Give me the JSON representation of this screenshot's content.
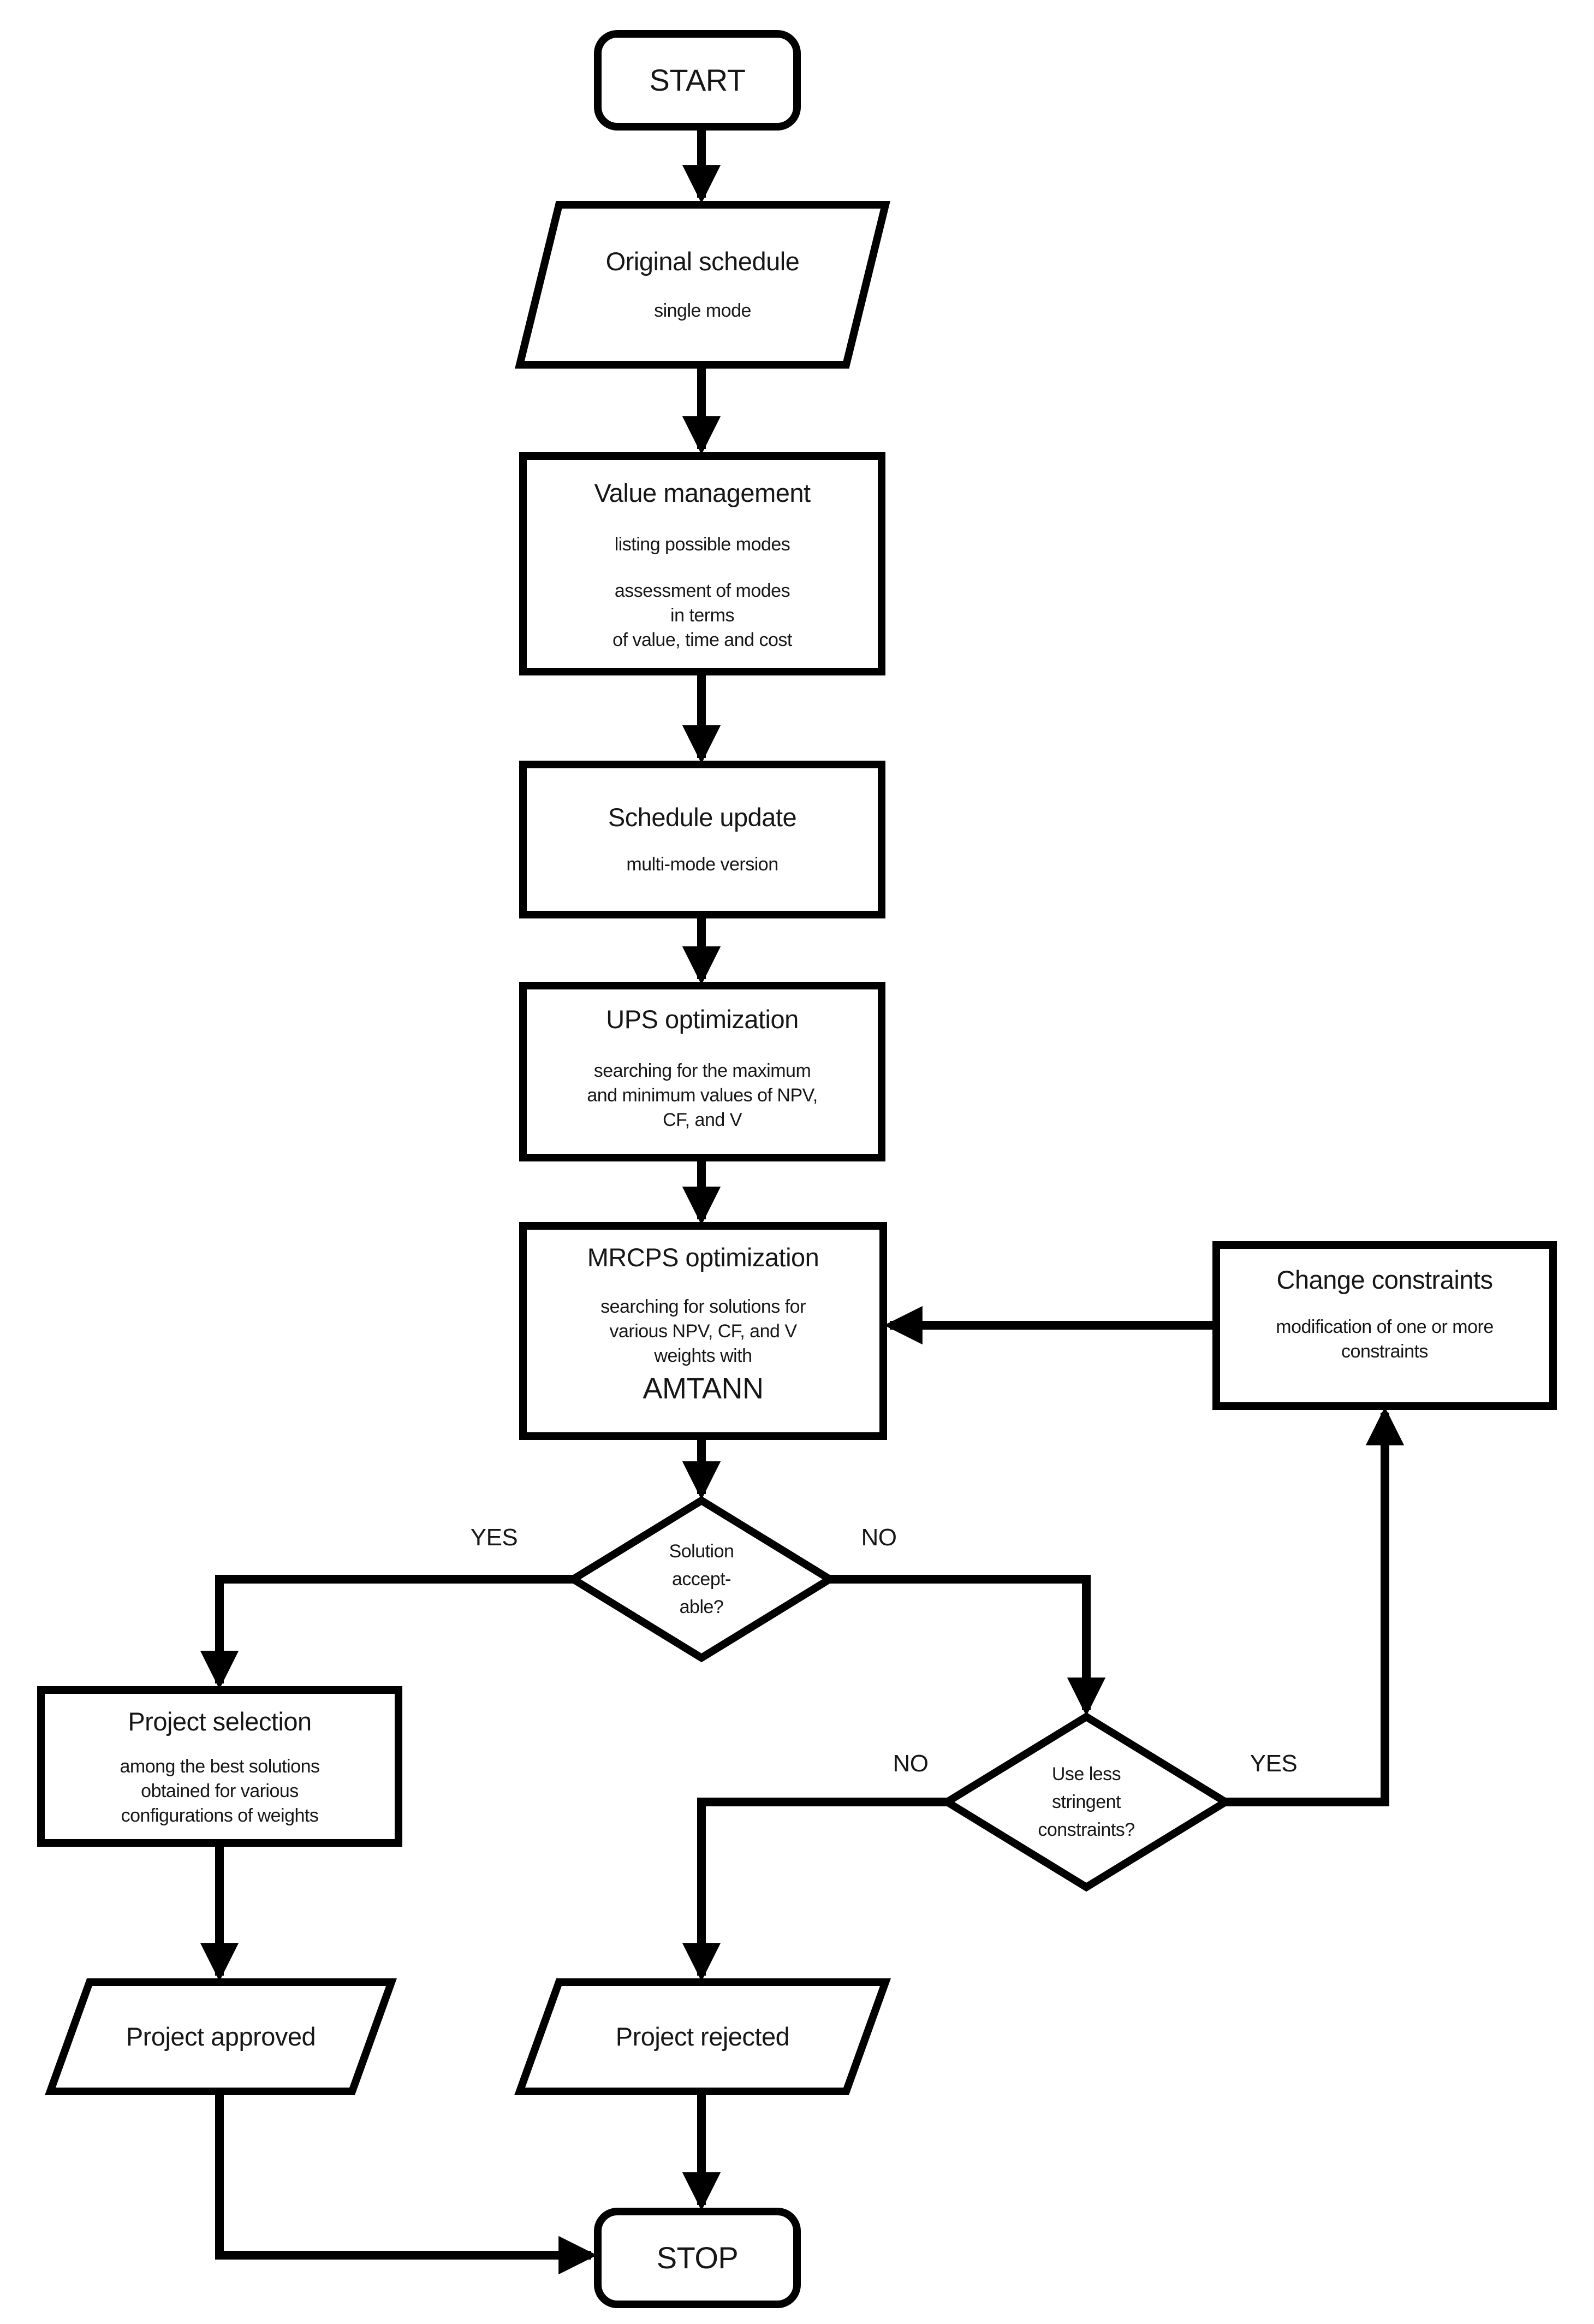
{
  "diagram": {
    "type": "flowchart",
    "colors": {
      "stroke": "#000000",
      "fill": "#ffffff",
      "text": "#161616",
      "background": "#ffffff"
    },
    "nodes": {
      "start": {
        "shape": "terminator",
        "label": "START"
      },
      "original_schedule": {
        "shape": "parallelogram",
        "title": "Original schedule",
        "subtitle": "single mode"
      },
      "value_management": {
        "shape": "process",
        "title": "Value management",
        "line1": "listing possible modes",
        "line2": "assessment of modes",
        "line3": "in terms",
        "line4": "of value, time and cost"
      },
      "schedule_update": {
        "shape": "process",
        "title": "Schedule update",
        "subtitle": "multi-mode version"
      },
      "ups_optimization": {
        "shape": "process",
        "title": "UPS optimization",
        "line1": "searching for the maximum",
        "line2": "and minimum values of NPV,",
        "line3": "CF, and V"
      },
      "mrcps_optimization": {
        "shape": "process",
        "title": "MRCPS optimization",
        "line1": "searching for solutions for",
        "line2": "various NPV, CF, and V",
        "line3": "weights with",
        "line4": "AMTANN"
      },
      "solution_acceptable": {
        "shape": "decision",
        "line1": "Solution",
        "line2": "accept-",
        "line3": "able?"
      },
      "change_constraints": {
        "shape": "process",
        "title": "Change constraints",
        "line1": "modification of one or more",
        "line2": "constraints"
      },
      "project_selection": {
        "shape": "process",
        "title": "Project selection",
        "line1": "among the best solutions",
        "line2": "obtained for various",
        "line3": "configurations of weights"
      },
      "use_less_stringent": {
        "shape": "decision",
        "line1": "Use less",
        "line2": "stringent",
        "line3": "constraints?"
      },
      "project_approved": {
        "shape": "parallelogram",
        "title": "Project approved"
      },
      "project_rejected": {
        "shape": "parallelogram",
        "title": "Project rejected"
      },
      "stop": {
        "shape": "terminator",
        "label": "STOP"
      }
    },
    "edge_labels": {
      "solution_yes": "YES",
      "solution_no": "NO",
      "stringent_no": "NO",
      "stringent_yes": "YES"
    }
  }
}
